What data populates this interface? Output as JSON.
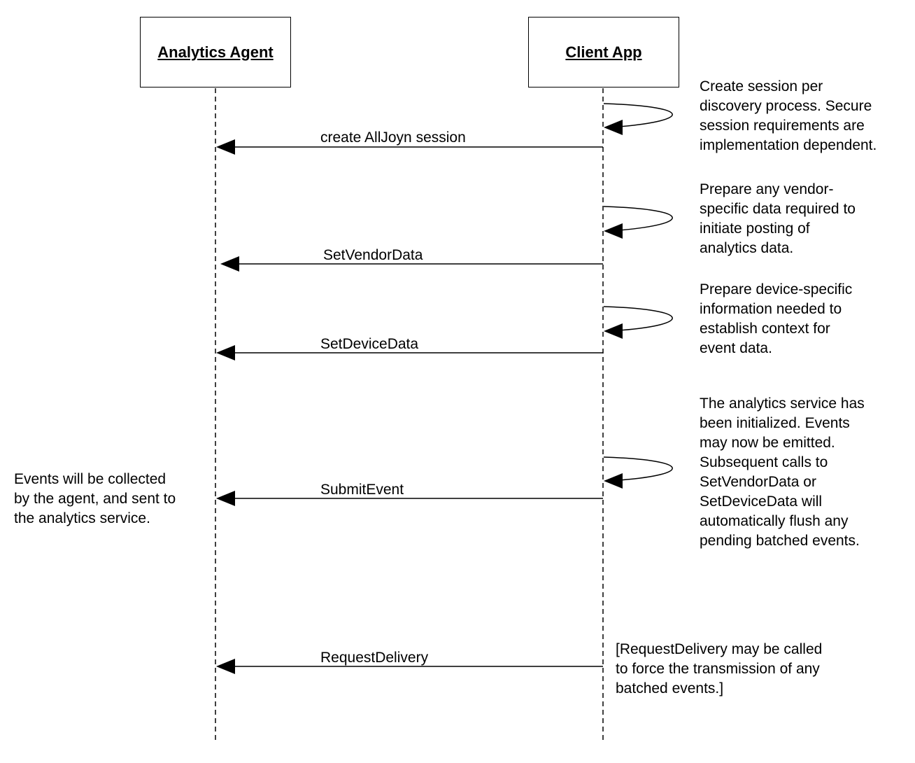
{
  "participants": {
    "agent": "Analytics Agent",
    "client": "Client App"
  },
  "messages": [
    {
      "label": "create AllJoyn session"
    },
    {
      "label": "SetVendorData"
    },
    {
      "label": "SetDeviceData"
    },
    {
      "label": "SubmitEvent"
    },
    {
      "label": "RequestDelivery"
    }
  ],
  "notes": {
    "create_session": "Create session per\ndiscovery process. Secure\nsession requirements are\nimplementation dependent.",
    "prepare_vendor": "Prepare any vendor-\nspecific data required to\ninitiate posting of\nanalytics data.",
    "prepare_device": "Prepare device-specific\ninformation needed to\nestablish context for\nevent data.",
    "initialized": "The analytics service has\nbeen initialized. Events\nmay now be emitted.\nSubsequent calls to\nSetVendorData or\nSetDeviceData will\nautomatically flush any\npending batched events.",
    "events_collected": "Events will be collected\nby the agent, and sent to\nthe analytics service.",
    "request_delivery": "[RequestDelivery may be called\nto force the transmission of any\nbatched events.]"
  }
}
